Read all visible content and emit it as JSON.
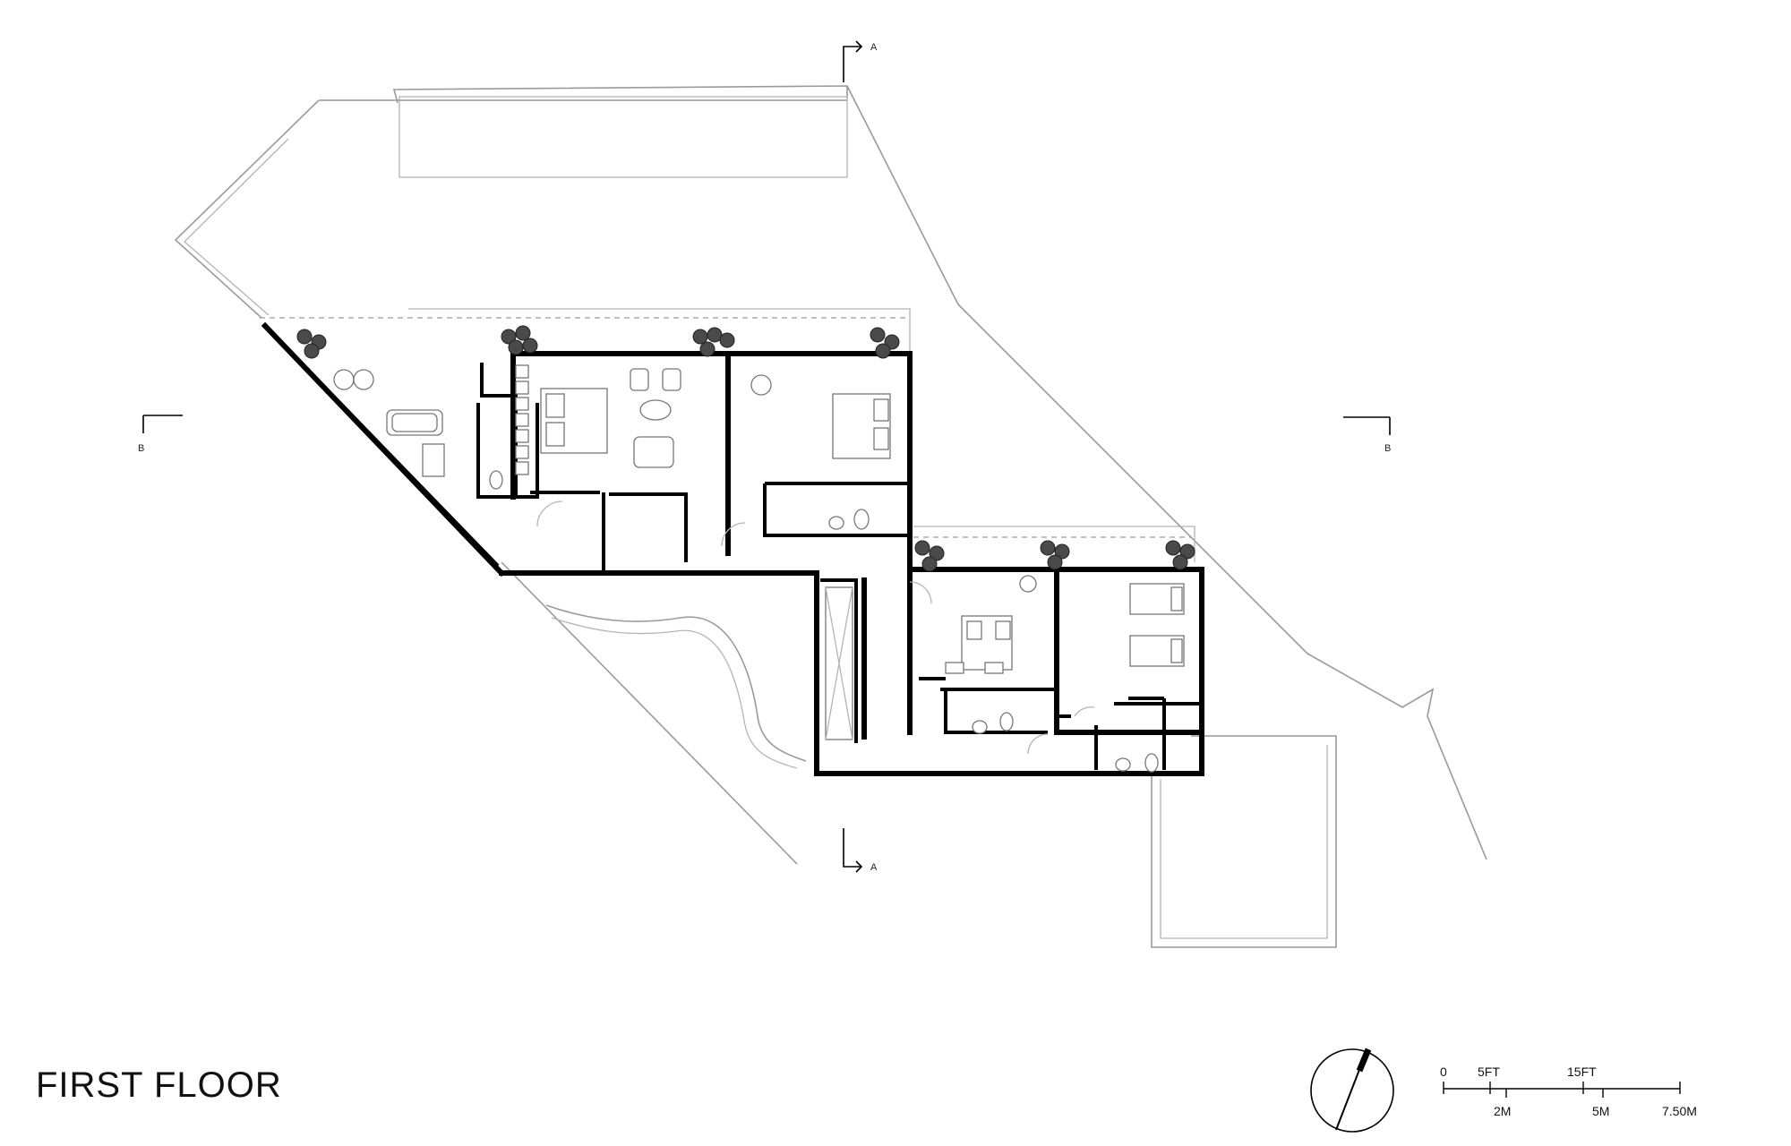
{
  "title": "FIRST FLOOR",
  "section_markers": [
    {
      "id": "section-a-top",
      "label": "A"
    },
    {
      "id": "section-a-bottom",
      "label": "A"
    },
    {
      "id": "section-b-left",
      "label": "B"
    },
    {
      "id": "section-b-right",
      "label": "B"
    }
  ],
  "north_arrow": {
    "icon": "north-arrow-icon"
  },
  "scale_bar": {
    "imperial": [
      "0",
      "5FT",
      "15FT"
    ],
    "metric": [
      "2M",
      "5M",
      "7.50M"
    ]
  }
}
